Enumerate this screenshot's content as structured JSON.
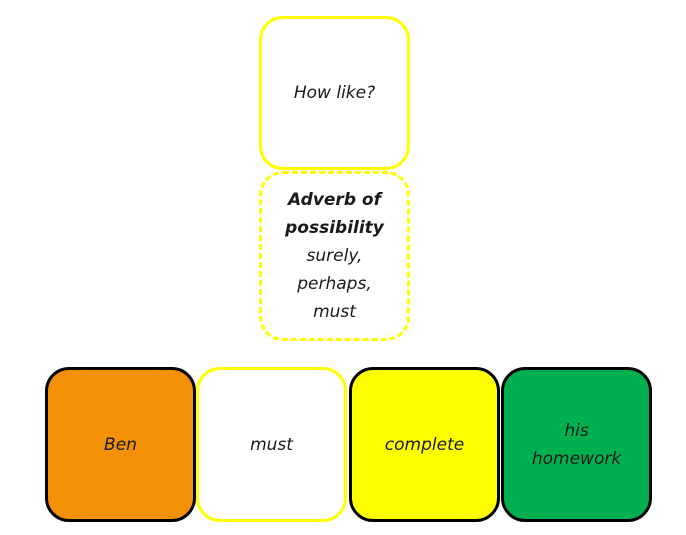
{
  "question_card": {
    "text": "How like?",
    "border_color": "#ffff00",
    "fill": "#ffffff"
  },
  "adverb_card": {
    "heading_line1": "Adverb of",
    "heading_line2": "possibility",
    "examples": [
      "surely,",
      "perhaps,",
      "must"
    ],
    "border_color": "#ffff00",
    "border_style": "dashed"
  },
  "sentence_cards": [
    {
      "text": "Ben",
      "fill": "#f39006",
      "border_color": "#000000"
    },
    {
      "text": "must",
      "fill": "#ffffff",
      "border_color": "#ffff00"
    },
    {
      "text": "complete",
      "fill": "#ffff00",
      "border_color": "#000000"
    },
    {
      "text": "his homework",
      "fill": "#00b050",
      "border_color": "#000000"
    }
  ]
}
